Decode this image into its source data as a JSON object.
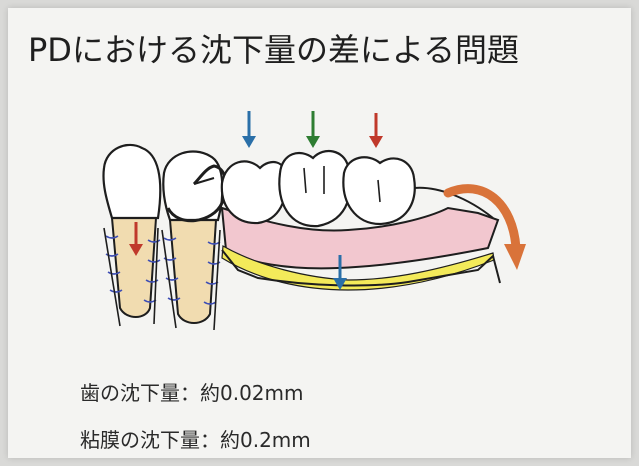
{
  "slide": {
    "title": "PDにおける沈下量の差による問題",
    "tooth_settlement": "歯の沈下量：約0.02mm",
    "mucosa_settlement": "粘膜の沈下量：約0.2mm"
  },
  "colors": {
    "background": "#f4f4f2",
    "denture_base": "#f2c7cf",
    "mucosa_layer": "#f3ea5a",
    "root": "#f1dcb0",
    "arrow_blue": "#2a6fa8",
    "arrow_green": "#2e7d32",
    "arrow_red": "#c0392b",
    "rotation_arrow": "#d9733a",
    "periodontal_ligament": "#3f4fb5"
  }
}
